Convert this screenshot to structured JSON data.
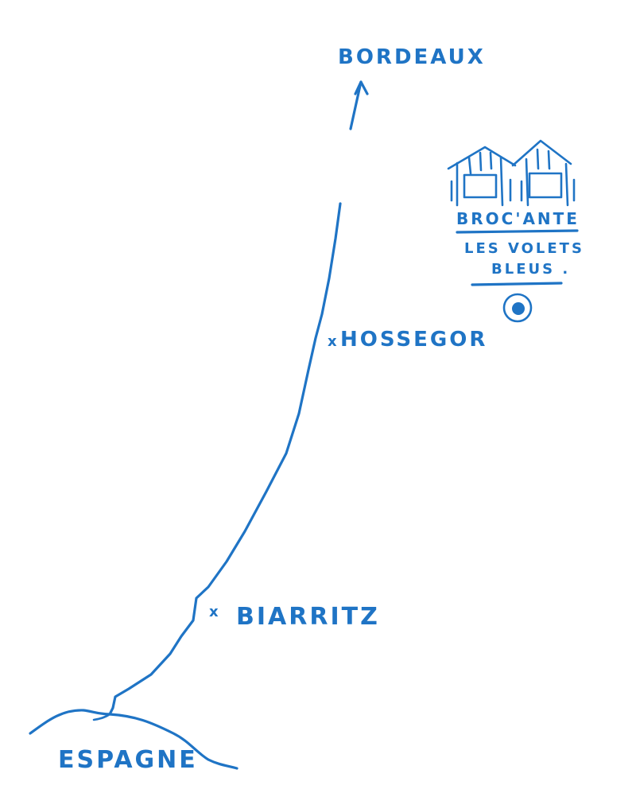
{
  "colors": {
    "ink": "#1f74c5",
    "background": "#ffffff"
  },
  "places": {
    "bordeaux": "BORDEAUX",
    "hossegor": "HOSSEGOR",
    "biarritz": "BIARRITZ",
    "espagne": "ESPAGNE"
  },
  "marker_symbol": "x",
  "shop": {
    "name": "BROC'ANTE",
    "subtitle_line1": "LES VOLETS",
    "subtitle_line2": "BLEUS ."
  },
  "icons": {
    "direction": "arrow-up-icon",
    "shop": "house-icon",
    "location": "target-icon"
  }
}
